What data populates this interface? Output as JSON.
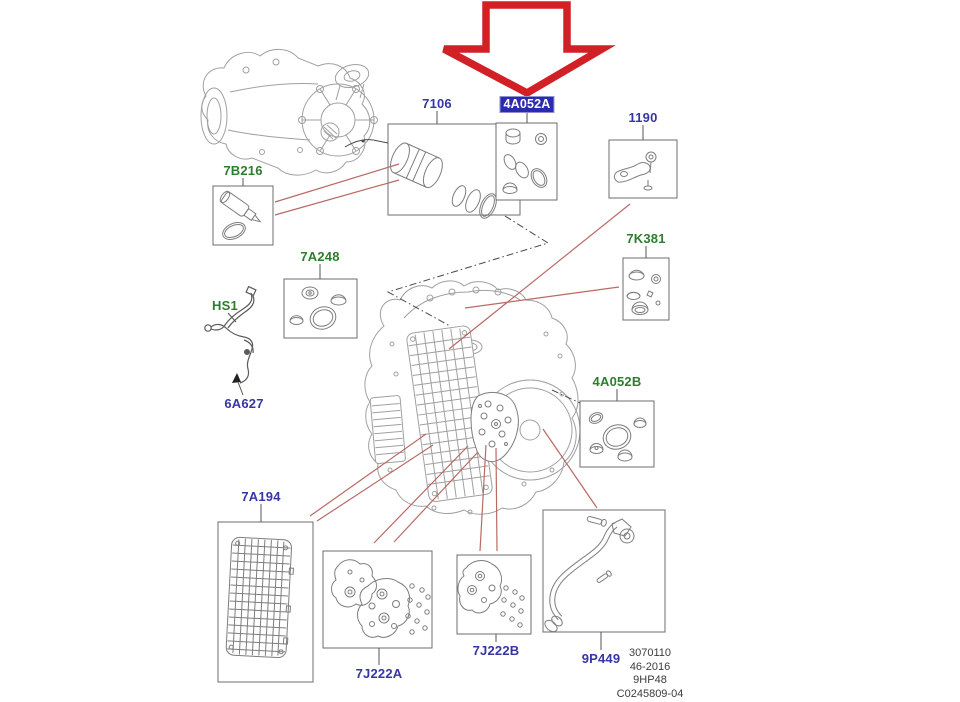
{
  "part_labels": {
    "p7106": {
      "text": "7106",
      "style": "blue"
    },
    "p4a052a": {
      "text": "4A052A",
      "style": "highlighted"
    },
    "p1190": {
      "text": "1190",
      "style": "blue"
    },
    "p7b216": {
      "text": "7B216",
      "style": "green"
    },
    "p7a248": {
      "text": "7A248",
      "style": "green"
    },
    "p7k381": {
      "text": "7K381",
      "style": "green"
    },
    "phs1": {
      "text": "HS1",
      "style": "green"
    },
    "p6a627": {
      "text": "6A627",
      "style": "blue"
    },
    "p4a052b": {
      "text": "4A052B",
      "style": "green"
    },
    "p7a194": {
      "text": "7A194",
      "style": "blue"
    },
    "p7j222a": {
      "text": "7J222A",
      "style": "blue"
    },
    "p7j222b": {
      "text": "7J222B",
      "style": "blue"
    },
    "p9p449": {
      "text": "9P449",
      "style": "blue"
    }
  },
  "footer": {
    "ref1": "3070110",
    "ref2": "46-2016",
    "ref3": "9HP48",
    "ref4": "C0245809-04"
  },
  "icons": {
    "arrow": "red-highlight-arrow-down"
  },
  "colors": {
    "blue-label": "#3636a6",
    "green-label": "#2e7d2e",
    "highlight-bg": "#2b2bb0",
    "highlight-text": "#ffffff",
    "arrow-red": "#d22027",
    "red-line": "#b96a64",
    "line-art": "#7d7d7d",
    "line-art-light": "#a0a0a0",
    "footer-text": "#3c3c3c"
  }
}
